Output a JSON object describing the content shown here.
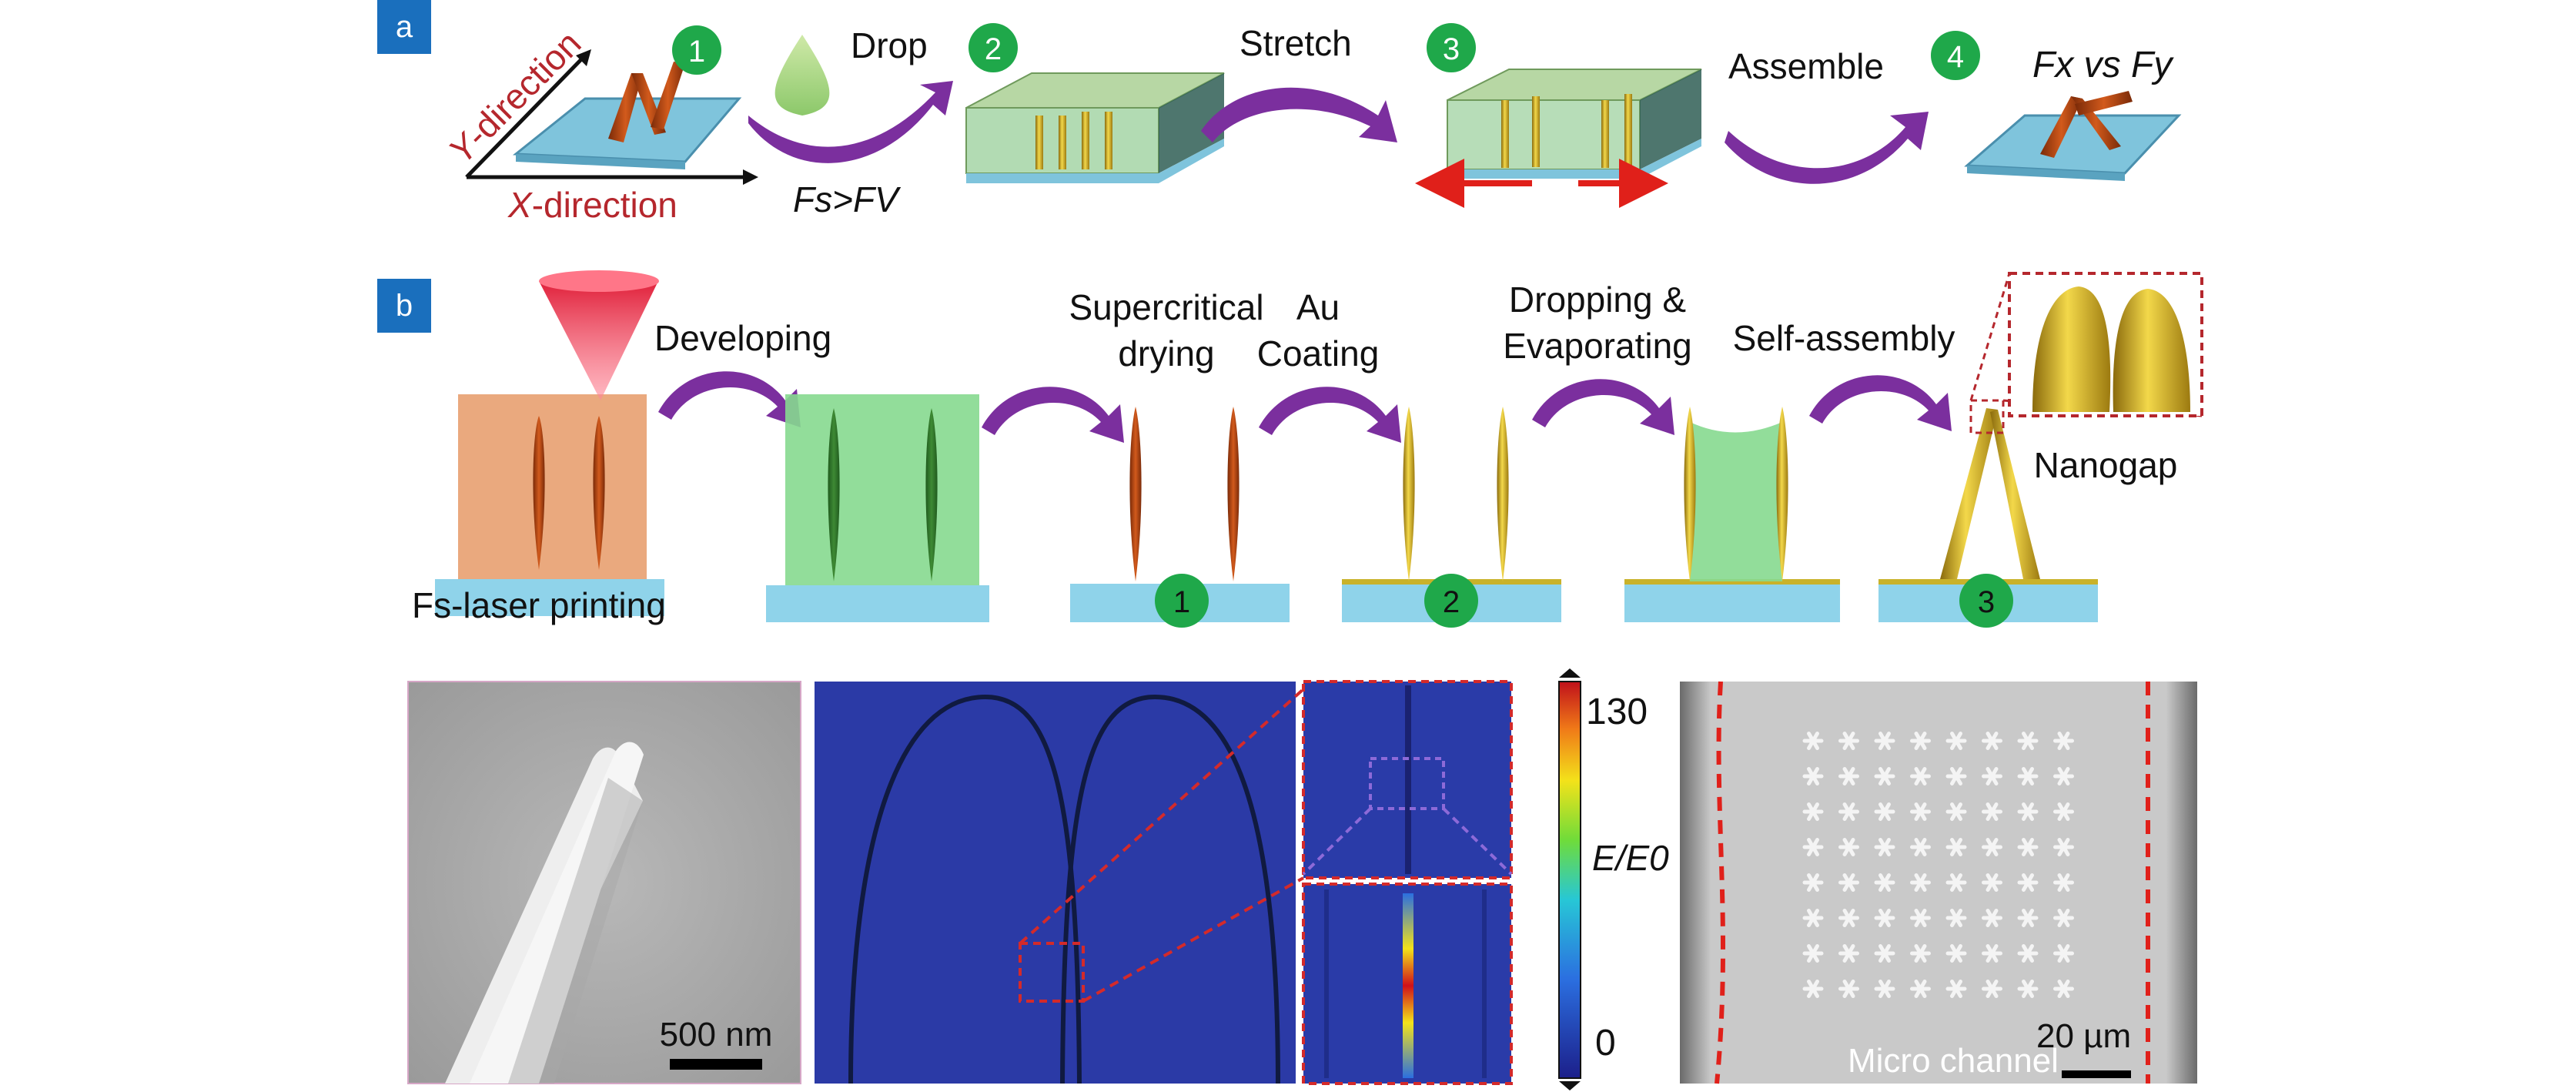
{
  "panel_a": {
    "label": "a",
    "axis_y": "Y-direction",
    "axis_x": "X-direction",
    "axis_y_letter": "Y",
    "axis_y_rest": "-direction",
    "axis_x_letter": "X",
    "axis_x_rest": "-direction",
    "steps": [
      "1",
      "2",
      "3",
      "4"
    ],
    "drop": "Drop",
    "stretch": "Stretch",
    "assemble": "Assemble",
    "force_compare": "Fs>FV",
    "force_vs": "Fx vs Fy"
  },
  "panel_b": {
    "label": "b",
    "laser_caption": "Fs-laser printing",
    "developing": "Developing",
    "supercritical_line1": "Supercritical",
    "supercritical_line2": "drying",
    "au_line1": "Au",
    "au_line2": "Coating",
    "dropping_line1": "Dropping &",
    "dropping_line2": "Evaporating",
    "self_assembly": "Self-assembly",
    "nanogap": "Nanogap",
    "steps": [
      "1",
      "2",
      "3"
    ]
  },
  "bottom": {
    "sem_scale": "500 nm",
    "colorbar_max": "130",
    "colorbar_min": "0",
    "colorbar_label": "E/E0",
    "micro_channel": "Micro channel",
    "micro_scale": "20 µm"
  },
  "colors": {
    "label_box": "#1a6fbd",
    "step_circle": "#1fa84a",
    "purple_arrow": "#7b2f9e",
    "red_text": "#b5272d",
    "substrate": "#8fd3ea",
    "resin": "#e8a070",
    "green_liquid": "#86d98f",
    "field_bg": "#2a3a9e"
  }
}
